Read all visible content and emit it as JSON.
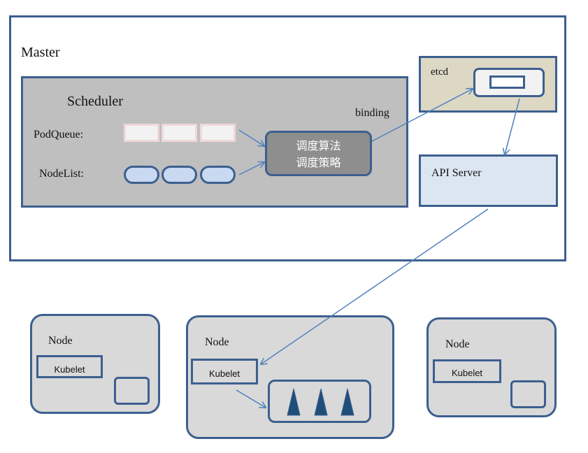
{
  "master": {
    "label": "Master"
  },
  "scheduler": {
    "label": "Scheduler",
    "pod_queue_label": "PodQueue:",
    "node_list_label": "NodeList:",
    "algorithm_line1": "调度算法",
    "algorithm_line2": "调度策略"
  },
  "binding_label": "binding",
  "etcd": {
    "label": "etcd"
  },
  "api_server": {
    "label": "API Server"
  },
  "nodes": [
    {
      "label": "Node",
      "kubelet": "Kubelet"
    },
    {
      "label": "Node",
      "kubelet": "Kubelet"
    },
    {
      "label": "Node",
      "kubelet": "Kubelet"
    }
  ],
  "colors": {
    "border": "#3d5f8f",
    "scheduler_bg": "#bfbfbf",
    "algorithm_bg": "#8e8e8e",
    "etcd_bg": "#ddd8c4",
    "api_bg": "#dce6f2",
    "node_bg": "#d9d9d9",
    "arrow": "#4f81bd"
  }
}
